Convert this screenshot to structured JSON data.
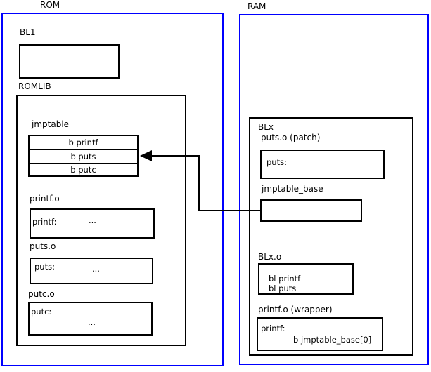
{
  "title_rom": "ROM",
  "title_ram": "RAM",
  "rom": {
    "bl1": {
      "label": "BL1"
    },
    "romlib": {
      "label": "ROMLIB",
      "jmptable": {
        "label": "jmptable",
        "rows": [
          "b printf",
          "b puts",
          "b putc"
        ]
      },
      "printf_o": {
        "label": "printf.o",
        "entry": "printf:",
        "dots": "..."
      },
      "puts_o": {
        "label": "puts.o",
        "entry": "puts:",
        "dots": "..."
      },
      "putc_o": {
        "label": "putc.o",
        "entry": "putc:",
        "dots": "..."
      }
    }
  },
  "ram": {
    "blx": {
      "label": "BLx",
      "puts_patch": {
        "label": "puts.o (patch)",
        "entry": "puts:"
      },
      "jmptable_base": {
        "label": "jmptable_base"
      },
      "blx_o": {
        "label": "BLx.o",
        "line1": "bl printf",
        "line2": "bl puts"
      },
      "printf_wrapper": {
        "label": "printf.o (wrapper)",
        "entry": "printf:",
        "code": "b jmptable_base[0]"
      }
    }
  },
  "connector": {
    "from": "jmptable_base",
    "to": "b puts"
  },
  "colors": {
    "frame": "#0000ff",
    "box": "#000000",
    "ink": "#000000"
  }
}
